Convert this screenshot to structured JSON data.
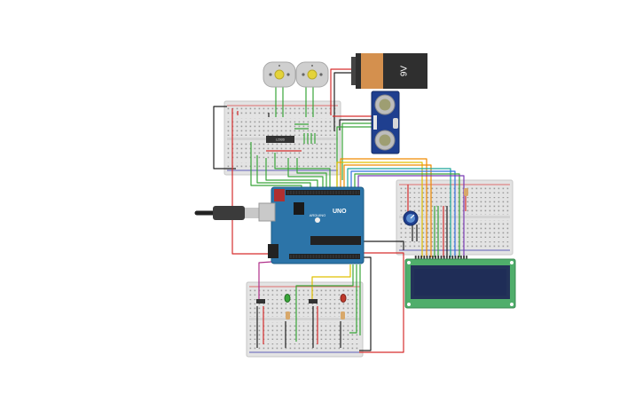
{
  "battery": {
    "label": "9V",
    "body_color": "#2f2f2f",
    "cap_color": "#d4904e"
  },
  "arduino": {
    "brand": "ARDUINO",
    "model": "UNO",
    "board_color": "#2c74a8"
  },
  "lcd": {
    "pcb_color": "#4fae6b",
    "screen_color": "#1f2d57"
  },
  "breadboard": {
    "color": "#e3e3e3"
  },
  "ic_chip": {
    "label": "L293D"
  },
  "wire_colors": {
    "red": "#d62f2f",
    "black": "#222222",
    "green": "#3aa53a",
    "yellow": "#e0c000",
    "orange": "#f08a00",
    "blue": "#2e6fe0",
    "purple": "#7a3bb5",
    "magenta": "#b0308a",
    "teal": "#1aa59a"
  },
  "leds": [
    {
      "color": "#3aa53a"
    },
    {
      "color": "#c0392b"
    }
  ]
}
